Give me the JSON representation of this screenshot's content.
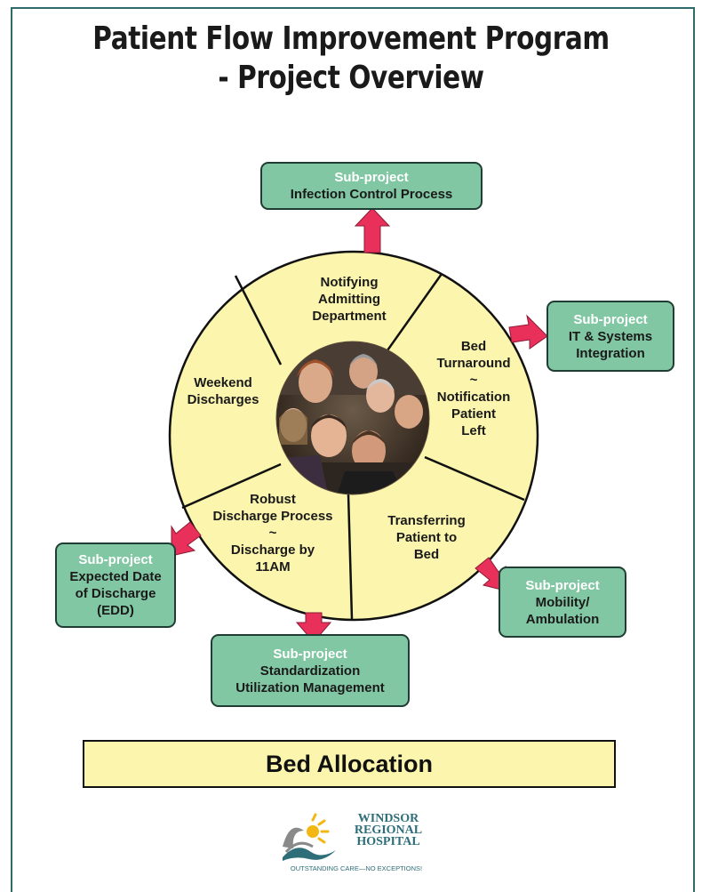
{
  "title": {
    "line1": "Patient Flow Improvement Program",
    "line2": "- Project Overview"
  },
  "wheel": {
    "segments": [
      {
        "id": "notifying",
        "lines": [
          "Notifying",
          "Admitting",
          "Department"
        ]
      },
      {
        "id": "bed-turnaround",
        "lines": [
          "Bed",
          "Turnaround",
          "~",
          "Notification",
          "Patient",
          "Left"
        ]
      },
      {
        "id": "transferring",
        "lines": [
          "Transferring",
          "Patient to",
          "Bed"
        ]
      },
      {
        "id": "robust-discharge",
        "lines": [
          "Robust",
          "Discharge Process",
          "~",
          "Discharge by",
          "11AM"
        ]
      },
      {
        "id": "weekend",
        "lines": [
          "Weekend",
          "Discharges"
        ]
      }
    ],
    "center_photo": "staff-group-photo"
  },
  "subprojects": [
    {
      "id": "infection",
      "header": "Sub-project",
      "lines": [
        "Infection Control Process"
      ]
    },
    {
      "id": "it-systems",
      "header": "Sub-project",
      "lines": [
        "IT & Systems",
        "Integration"
      ]
    },
    {
      "id": "mobility",
      "header": "Sub-project",
      "lines": [
        "Mobility/",
        "Ambulation"
      ]
    },
    {
      "id": "standardization",
      "header": "Sub-project",
      "lines": [
        "Standardization",
        "Utilization Management"
      ]
    },
    {
      "id": "edd",
      "header": "Sub-project",
      "lines": [
        "Expected Date",
        "of Discharge",
        "(EDD)"
      ]
    }
  ],
  "bed_allocation": "Bed Allocation",
  "logo": {
    "name_lines": [
      "WINDSOR",
      "REGIONAL",
      "HOSPITAL"
    ],
    "tagline": "OUTSTANDING CARE—NO EXCEPTIONS!"
  },
  "colors": {
    "wheel_fill": "#fbf5ad",
    "subproject_fill": "#82c7a3",
    "arrow": "#e8305a",
    "frame": "#2f6b6b"
  }
}
